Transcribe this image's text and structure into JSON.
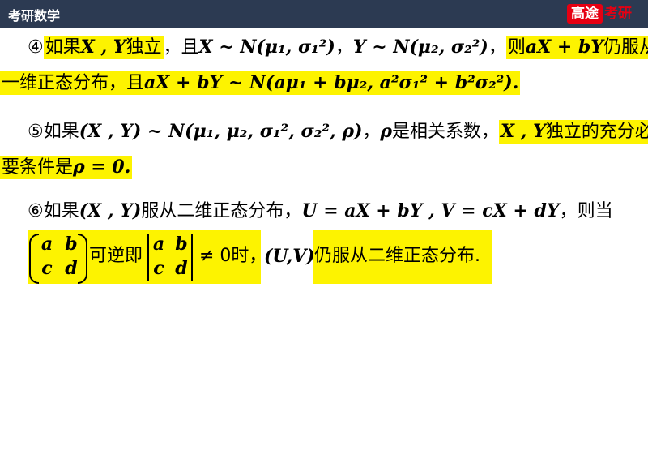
{
  "header": {
    "title": "考研数学",
    "logo_brand": "高途",
    "logo_sub": "考研"
  },
  "colors": {
    "header_bg": "#2c3a52",
    "highlight": "#fdf300",
    "logo_red": "#e60012"
  },
  "item4": {
    "marker": "④",
    "a_text": "如果",
    "a_math": "X , Y",
    "a_tail": "独立",
    "b_text": "，且",
    "b_math": "X ~ N(μ₁, σ₁²)",
    "c_sep": "，",
    "c_math": "Y ~ N(μ₂, σ₂²)",
    "d_sep": "，",
    "d_text1": "则",
    "d_math": "aX + bY",
    "d_text2": "仍服从",
    "line2_text": "一维正态分布，且",
    "line2_math": "aX + bY ~ N(aμ₁ + bμ₂, a²σ₁² + b²σ₂²)."
  },
  "item5": {
    "marker": "⑤",
    "text1": "如果",
    "math1": "(X , Y) ~ N(μ₁, μ₂, σ₁², σ₂², ρ)",
    "sep": "，",
    "rho": "ρ",
    "text2": "是相关系数，",
    "math2": "X , Y",
    "text3": "独立的充分必",
    "line2_text": "要条件是",
    "line2_math": "ρ = 0."
  },
  "item6": {
    "marker": "⑥",
    "text1": "如果",
    "math1": "(X , Y)",
    "text2": "服从二维正态分布，",
    "math2": "U = aX + bY , V = cX + dY",
    "text3": "，则当",
    "m_a": "a",
    "m_b": "b",
    "m_c": "c",
    "m_d": "d",
    "text4": "可逆即",
    "text5": "≠ 0时，",
    "math3": "(U,V)",
    "text6": "仍服从二维正态分布."
  }
}
